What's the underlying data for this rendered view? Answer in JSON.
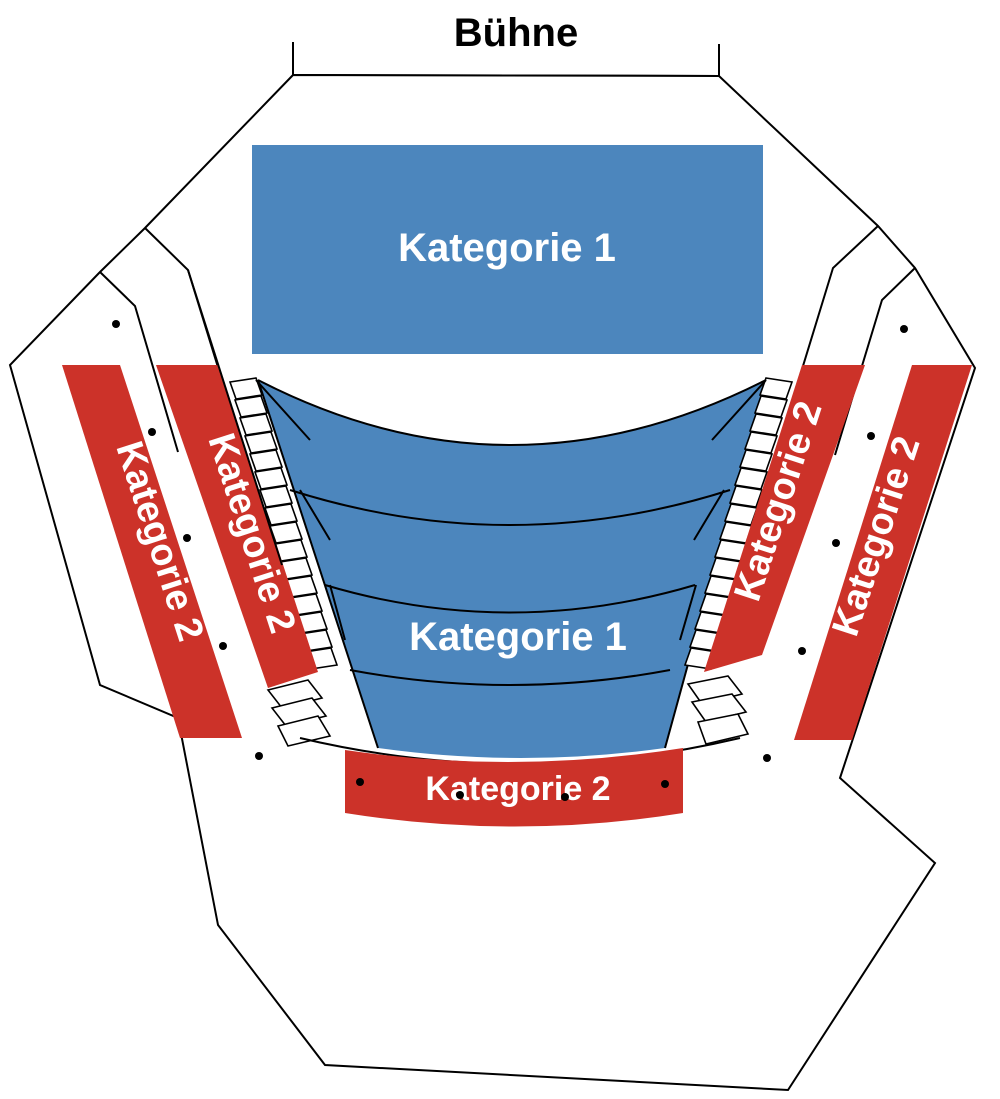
{
  "title": "Bühne",
  "colors": {
    "category_1": "#4c86bd",
    "category_2": "#cc3229",
    "outline": "#000000",
    "background": "#ffffff"
  },
  "sections": {
    "stage_block": {
      "label": "Kategorie 1",
      "category": 1
    },
    "parterre": {
      "label": "Kategorie 1",
      "category": 1
    },
    "left_inner": {
      "label": "Kategorie 2",
      "category": 2
    },
    "left_outer": {
      "label": "Kategorie 2",
      "category": 2
    },
    "right_inner": {
      "label": "Kategorie 2",
      "category": 2
    },
    "right_outer": {
      "label": "Kategorie 2",
      "category": 2
    },
    "rear": {
      "label": "Kategorie 2",
      "category": 2
    }
  },
  "legend_categories": [
    "Kategorie 1",
    "Kategorie 2"
  ]
}
